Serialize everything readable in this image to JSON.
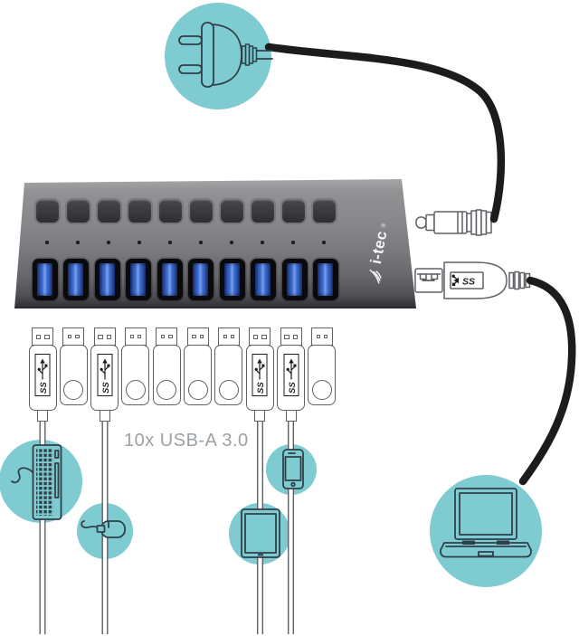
{
  "illustration": {
    "caption": "10x USB-A 3.0",
    "brand": "i-tec",
    "brand_registered_mark": "®",
    "superspeed_label": "SS",
    "hub": {
      "buttons": 10,
      "leds": 10,
      "usb_a_ports": 10
    },
    "plug_row": [
      "ss-cable",
      "flash",
      "ss-cable",
      "flash",
      "flash",
      "flash",
      "flash",
      "ss-cable",
      "ss-cable",
      "flash"
    ],
    "connections": {
      "power": {
        "from": "power-plug",
        "to": "hub-dc-in"
      },
      "host": {
        "from": "hub-usb-b-port",
        "to": "laptop"
      },
      "device_cables": [
        "keyboard",
        "mouse",
        "tablet",
        "smartphone"
      ]
    },
    "icons": [
      "power-plug-icon",
      "keyboard-icon",
      "mouse-icon",
      "tablet-icon",
      "smartphone-icon",
      "laptop-icon",
      "superspeed-usb-icon",
      "wing-icon"
    ],
    "colors": {
      "teal": "#7ECBD1",
      "icon_stroke": "#2F4049",
      "cable": "#1C1C1C",
      "outline": "#5E6166",
      "caption_text": "#9BA1A5",
      "port_blue": "#3C6CD0",
      "logo_text": "#F5F5F3"
    }
  }
}
